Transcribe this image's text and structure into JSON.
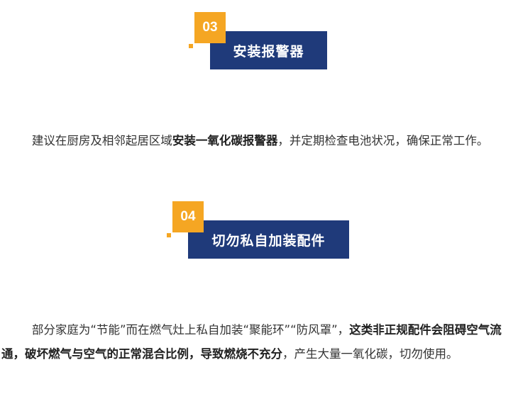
{
  "section3": {
    "number": "03",
    "title": "安装报警器",
    "paragraph": {
      "text1": "建议在厨房及相邻起居区域",
      "bold1": "安装一氧化碳报警器",
      "text2": "，并定期检查电池状况，确保正常工作。"
    }
  },
  "section4": {
    "number": "04",
    "title": "切勿私自加装配件",
    "paragraph": {
      "text1": "部分家庭为“节能”而在燃气灶上私自加装“聚能环”“防风罩”，",
      "bold1": "这类非正规配件会阻碍空气流通，破坏燃气与空气的正常混合比例，导致燃烧不充分",
      "text2": "，产生大量一氧化碳，切勿使用。"
    }
  },
  "colors": {
    "accent": "#f5a623",
    "title_bg": "#1f3a7a",
    "text": "#333333"
  }
}
